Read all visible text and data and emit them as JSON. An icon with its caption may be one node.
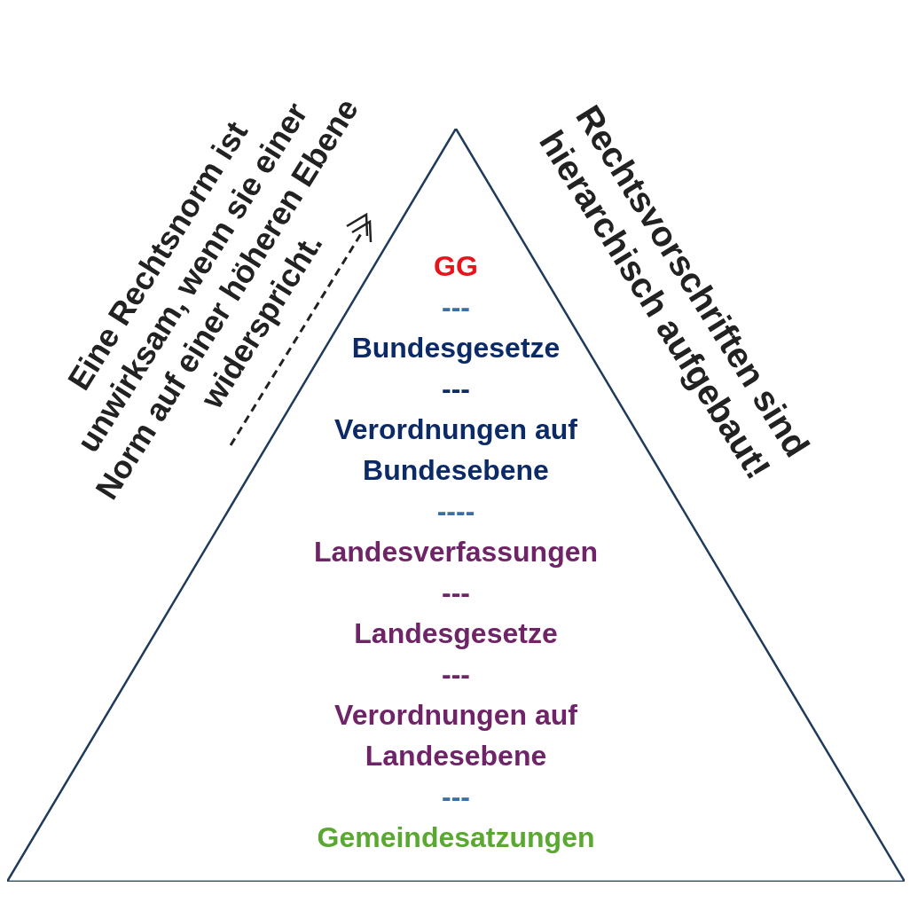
{
  "diagram": {
    "nodes": [
      {
        "text": [
          "GG",
          "---",
          "Bundesgesetze",
          "---",
          "Verordnungen auf Bundesebene",
          "----",
          "Landesverfassungen",
          "---",
          "Landesgesetze",
          "---",
          "Verordnungen auf Landesebene",
          "---",
          "Gemeindesatzungen"
        ]
      }
    ],
    "edges": [],
    "labels": [
      "Eine Rechtsnorm ist unwirksam, wenn sie einer Norm auf einer höheren Ebene widerspricht.",
      "Rechtsvorschriften sind hierarchisch aufgebaut!"
    ]
  }
}
